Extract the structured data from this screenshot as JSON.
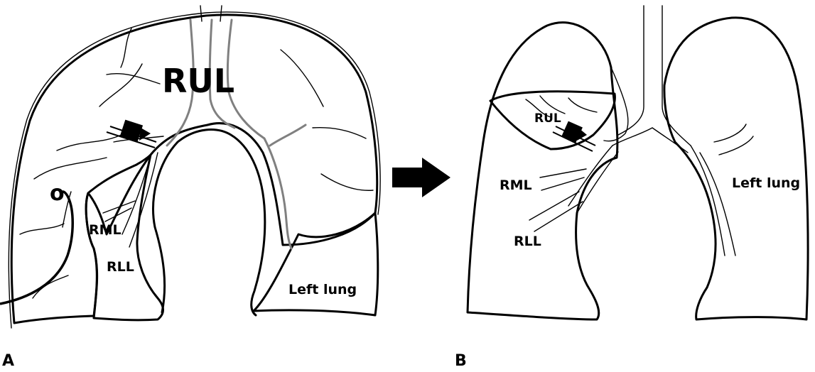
{
  "panel_a": {
    "letter": "A",
    "labels": {
      "rul": "RUL",
      "rml": "RML",
      "rll": "RLL",
      "left_lung": "Left lung",
      "marker": "o"
    }
  },
  "panel_b": {
    "letter": "B",
    "labels": {
      "rul": "RUL",
      "rml": "RML",
      "rll": "RLL",
      "left_lung": "Left lung"
    }
  },
  "colors": {
    "shade": "#d9d9d9",
    "outline": "#000000",
    "airway_grey": "#808080",
    "arrow": "#000000"
  }
}
